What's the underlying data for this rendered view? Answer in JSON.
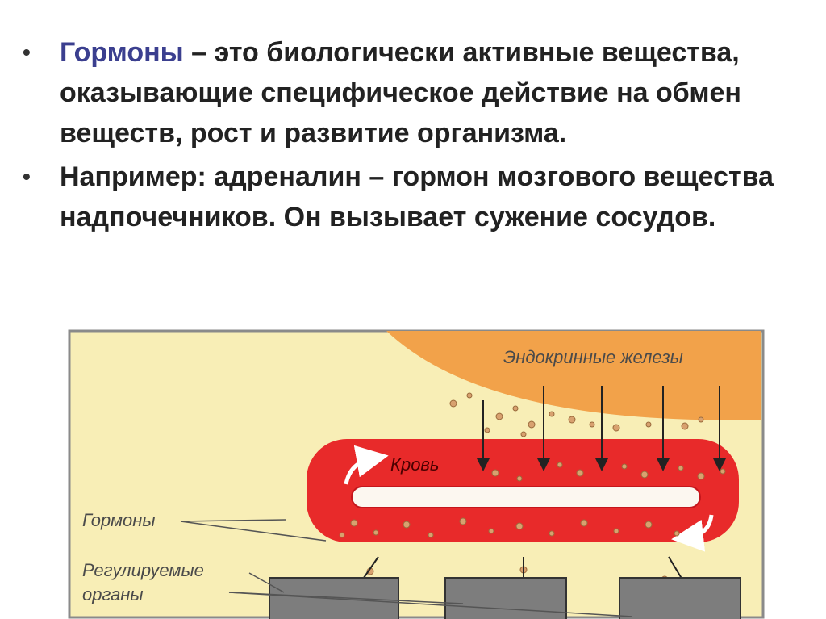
{
  "bullets": [
    {
      "term": "Гормоны",
      "rest": " – это биологически активные вещества, оказывающие специфическое действие на обмен веществ, рост и развитие организма."
    },
    {
      "text": "Например: адреналин – гормон мозгового вещества надпочечников. Он вызывает сужение сосудов."
    }
  ],
  "bullet_symbol": "•",
  "diagram": {
    "glands_label": "Эндокринные железы",
    "blood_label": "Кровь",
    "hormones_label": "Гормоны",
    "organs_label_line1": "Регулируемые",
    "organs_label_line2": "органы"
  },
  "colors": {
    "term_color": "#3b3f8f",
    "background_panel": "#f8eeb6",
    "glands": "#f2a24a",
    "blood": "#e82a2a",
    "particles": "#d8a16f",
    "organs": "#7d7d7d"
  }
}
